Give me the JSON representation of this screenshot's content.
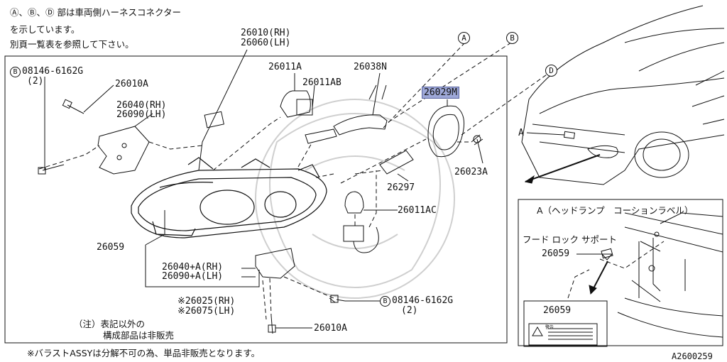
{
  "notes": {
    "connector_note_1": "Ⓐ、Ⓑ、Ⓓ 部は車両側ハーネスコネクター",
    "connector_note_2": "を示しています。",
    "connector_note_3": "別頁一覧表を参照して下さい。",
    "footnote_1": "（注）表記以外の",
    "footnote_2": "構成部品は非販売",
    "bottom_note": "※バラストASSYは分解不可の為、単品非販売となります。"
  },
  "parts": {
    "assy_rh": "26010(RH)",
    "assy_lh": "26060(LH)",
    "bolt_b_top": "08146-6162G",
    "bolt_b_top_qty": "(2)",
    "p26010A_top": "26010A",
    "p26040_rh": "26040(RH)",
    "p26090_lh": "26090(LH)",
    "p26011A": "26011A",
    "p26011AB": "26011AB",
    "p26038N": "26038N",
    "p26029M": "26029M",
    "p26023A": "26023A",
    "p26297": "26297",
    "p26011AC": "26011AC",
    "p26059": "26059",
    "p26040A_rh": "26040+A(RH)",
    "p26090A_lh": "26090+A(LH)",
    "p26025_rh": "※26025(RH)",
    "p26075_lh": "※26075(LH)",
    "bolt_b_bottom": "08146-6162G",
    "bolt_b_bottom_qty": "(2)",
    "p26010A_bottom": "26010A"
  },
  "markers": {
    "a": "A",
    "b": "B",
    "d": "D"
  },
  "inset": {
    "car_label_a": "A",
    "title": "A（ヘッドランプ　コーションラベル）",
    "hood_lock": "フード ロック サポート",
    "label_part": "26059",
    "label_box_part": "26059",
    "warning_text": "警告"
  },
  "diagram_id": "A2600259",
  "colors": {
    "highlight": "#9ea8d8",
    "line": "#111111",
    "background": "#ffffff"
  }
}
